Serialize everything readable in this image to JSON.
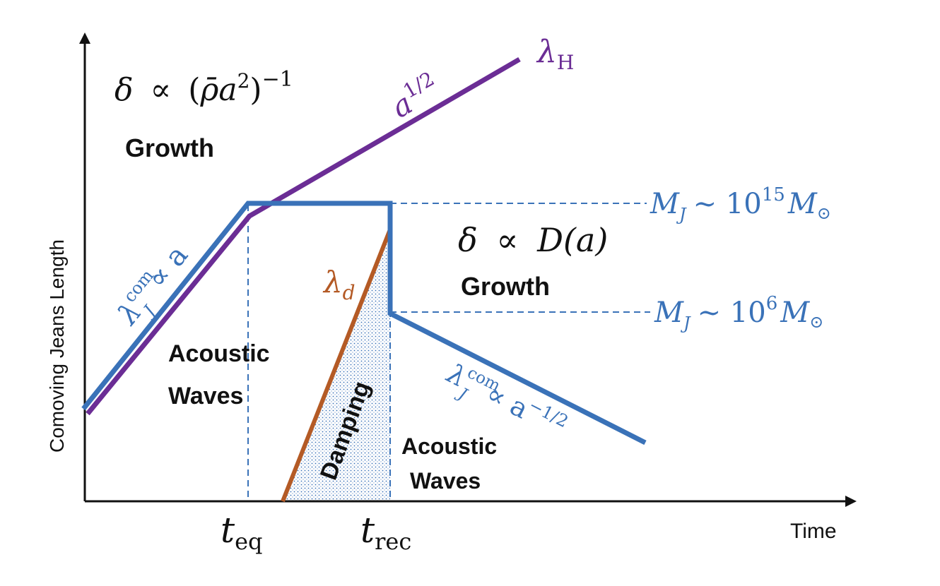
{
  "axes": {
    "ylabel": "Comoving Jeans Length",
    "xlabel": "Time",
    "ticks": {
      "t_eq": "eq",
      "t_rec": "rec",
      "t_symbol": "t"
    }
  },
  "colors": {
    "jeans": "#3a72b8",
    "horizon": "#6b2d95",
    "damping": "#b45a25",
    "axis": "#111111"
  },
  "regions": {
    "growth_early_eq": {
      "delta": "δ",
      "propto": "∝",
      "open": "(",
      "rhobar": "ρ̄",
      "a": "a",
      "sq": "2",
      "close": ")",
      "exp": "−1"
    },
    "growth_early_label": "Growth",
    "acoustic_early": [
      "Acoustic",
      "Waves"
    ],
    "damping_label": "Damping",
    "acoustic_late": [
      "Acoustic",
      "Waves"
    ],
    "growth_late_eq": {
      "delta": "δ",
      "propto": "∝",
      "rest": "D(a)"
    },
    "growth_late_label": "Growth"
  },
  "curves": {
    "horizon": {
      "symbol": "λ",
      "sub": "H",
      "slope_base": "a",
      "slope_exp": "1/2"
    },
    "jeans_rising": {
      "lambda": "λ",
      "sup": "com",
      "sub": "J",
      "propto": "∝ a"
    },
    "jeans_falling": {
      "lambda": "λ",
      "sup": "com",
      "sub": "J",
      "propto": "∝ a",
      "exp": "−1/2"
    },
    "damping": {
      "symbol": "λ",
      "sub": "d"
    }
  },
  "masses": {
    "upper": {
      "M": "M",
      "sub": "J",
      "sim": "∼ 10",
      "exp": "15",
      "M2": "M",
      "sun": "⊙"
    },
    "lower": {
      "M": "M",
      "sub": "J",
      "sim": "∼ 10",
      "exp": "6",
      "M2": "M",
      "sun": "⊙"
    }
  }
}
